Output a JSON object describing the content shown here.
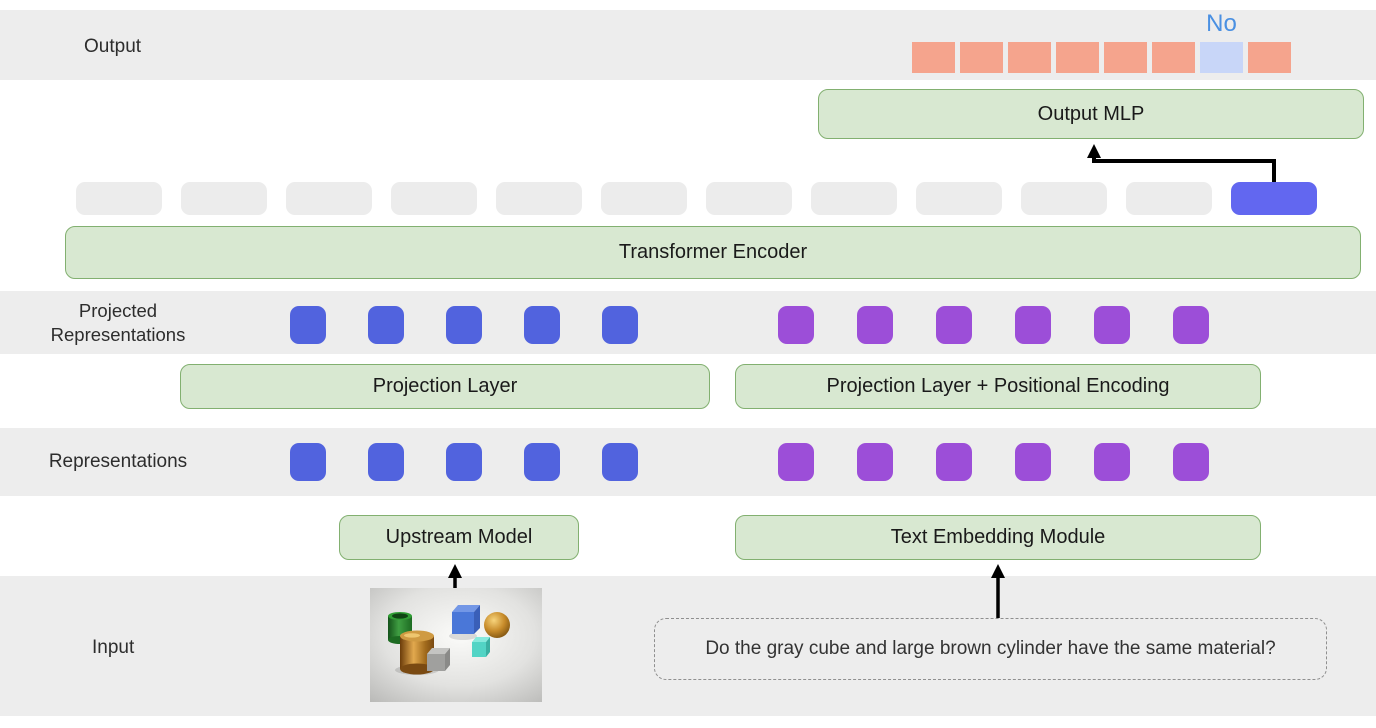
{
  "rows": {
    "output_label": "Output",
    "projected_label_line1": "Projected",
    "projected_label_line2": "Representations",
    "representations_label": "Representations",
    "input_label": "Input"
  },
  "output": {
    "prediction_label": "No",
    "cells": [
      "answer",
      "answer",
      "answer",
      "answer",
      "answer",
      "answer",
      "predicted",
      "answer"
    ]
  },
  "boxes": {
    "output_mlp": "Output MLP",
    "transformer_encoder": "Transformer Encoder",
    "projection_vision": "Projection Layer",
    "projection_text": "Projection Layer + Positional Encoding",
    "upstream_model": "Upstream Model",
    "text_embedding": "Text Embedding Module"
  },
  "encoder_tokens": {
    "gray_count": 11,
    "highlighted_count": 1
  },
  "representation_squares": {
    "vision_count": 5,
    "text_count": 6
  },
  "input": {
    "question": "Do the gray cube and large brown cylinder have the same material?"
  },
  "colors": {
    "band_gray": "#ededed",
    "label_text": "#2d2d2d",
    "box_green_fill": "#d8e8d1",
    "box_green_border": "#82b070",
    "answer_cell": "#f5a48d",
    "predicted_cell": "#c8d6f8",
    "prediction_text": "#4a90e2",
    "token_gray": "#ececec",
    "token_highlight": "#6267f0",
    "vision_square": "#5163de",
    "text_square": "#9c4ed8",
    "arrow": "#000000"
  }
}
